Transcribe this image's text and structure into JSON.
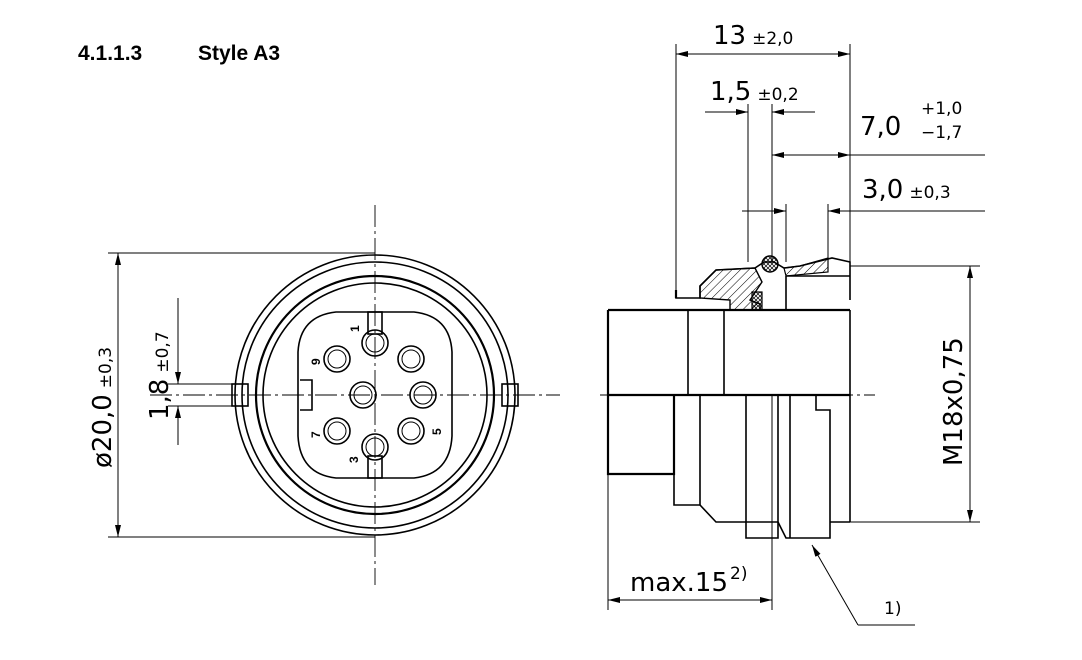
{
  "section": {
    "number": "4.1.1.3",
    "title": "Style A3"
  },
  "pin_labels": [
    "1",
    "9",
    "7",
    "3",
    "5"
  ],
  "dimensions": {
    "length_total": {
      "value": "13",
      "tol": "±2,0"
    },
    "flange": {
      "value": "1,5",
      "tol": "±0,2"
    },
    "thread_len": {
      "value": "7,0",
      "tol_plus": "+1,0",
      "tol_minus": "−1,7"
    },
    "groove": {
      "value": "3,0",
      "tol": "±0,3"
    },
    "diameter": {
      "value": "ø20,0",
      "tol": "±0,3"
    },
    "key": {
      "value": "1,8",
      "tol": "±0,7"
    },
    "thread": {
      "value": "M18x0,75"
    },
    "max": {
      "value": "max.15",
      "sup": "2)"
    },
    "note": {
      "value": "1)"
    }
  }
}
